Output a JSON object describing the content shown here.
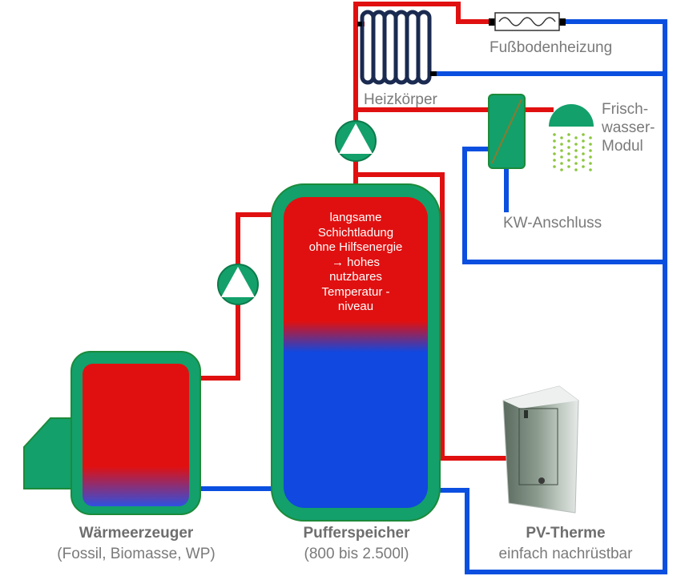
{
  "labels": {
    "underfloor": "Fußbodenheizung",
    "radiator": "Heizkörper",
    "fresh_water": "Frisch-\nwasser-\nModul",
    "cold_water": "KW-Anschluss",
    "buffer_note": "langsame\nSchichtladung\nohne Hilfsenergie\n→ hohes\nnutzbares\nTemperatur -\nniveau"
  },
  "captions": {
    "heater_title": "Wärmeerzeuger",
    "heater_sub": "(Fossil, Biomasse, WP)",
    "buffer_title": "Pufferspeicher",
    "buffer_sub": "(800 bis 2.500l)",
    "pv_title": "PV-Therme",
    "pv_sub": "einfach nachrüstbar"
  },
  "colors": {
    "hot": "#e01010",
    "cold": "#0a4fe0",
    "insulation": "#13a06b",
    "pump": "#13a06b",
    "radiator": "#1a2a50",
    "shower_drops": "#8dc63f",
    "text": "#7a7a7a"
  }
}
